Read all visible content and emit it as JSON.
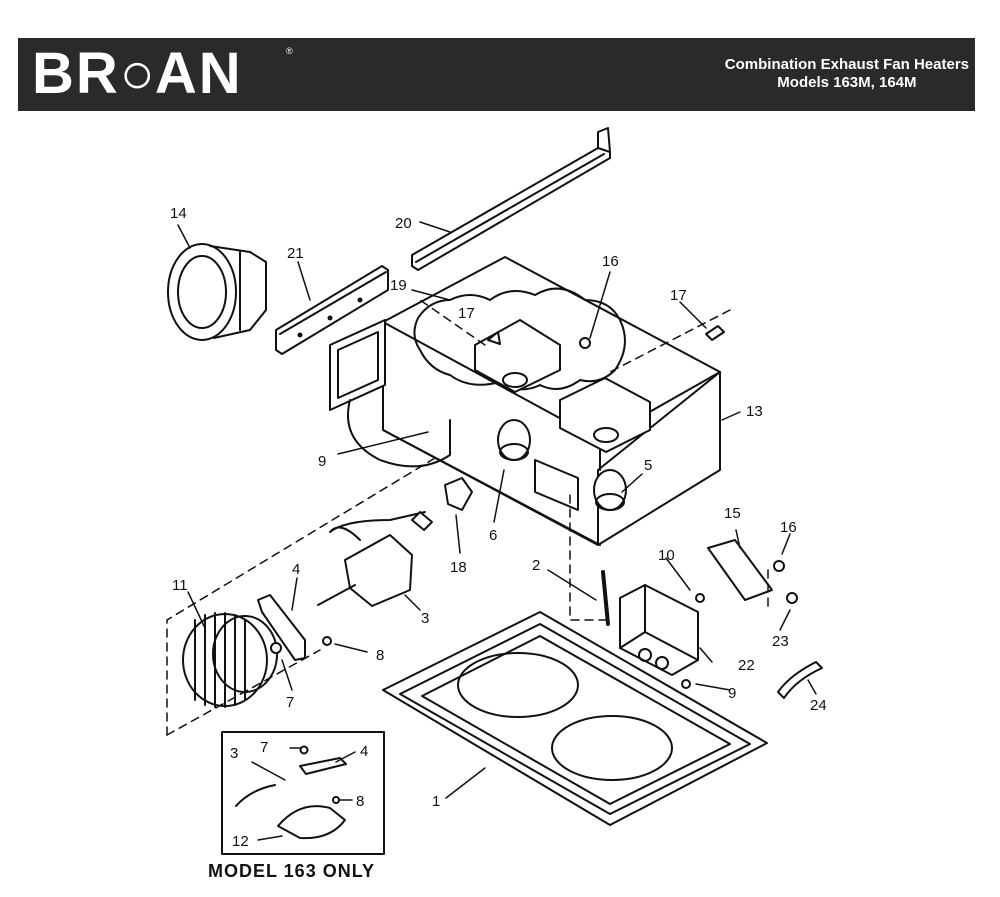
{
  "header": {
    "brand": "BR AN",
    "title_line1": "Combination Exhaust Fan Heaters",
    "title_line2": "Models 163M, 164M"
  },
  "callouts": {
    "c1": "1",
    "c2": "2",
    "c3": "3",
    "c3b": "3",
    "c4": "4",
    "c4b": "4",
    "c5": "5",
    "c6": "6",
    "c7": "7",
    "c7b": "7",
    "c8": "8",
    "c8b": "8",
    "c9": "9",
    "c9b": "9",
    "c10": "10",
    "c11": "11",
    "c12": "12",
    "c13": "13",
    "c14": "14",
    "c15": "15",
    "c16": "16",
    "c16b": "16",
    "c17": "17",
    "c17b": "17",
    "c18": "18",
    "c19": "19",
    "c20": "20",
    "c21": "21",
    "c22": "22",
    "c23": "23",
    "c24": "24"
  },
  "inset": {
    "note": "MODEL 163 ONLY"
  }
}
